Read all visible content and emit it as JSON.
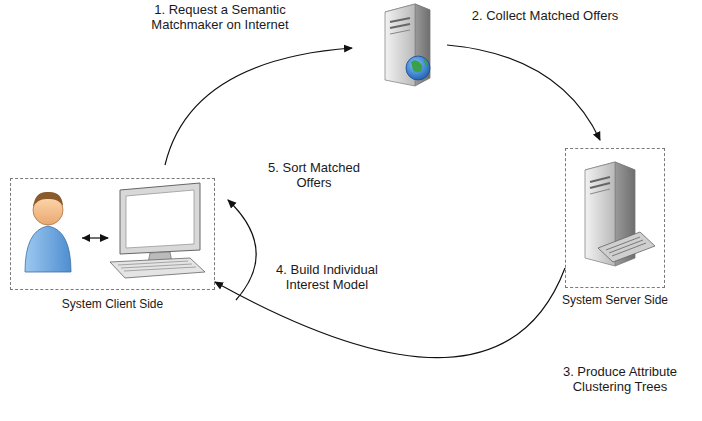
{
  "diagram": {
    "nodes": [
      {
        "text": [
          "System Client Side"
        ]
      },
      {
        "text": [
          "System Server Side"
        ]
      }
    ],
    "edges": [
      {
        "from": 1,
        "to": 0,
        "arrow": "to",
        "label": "3. Produce Attribute Clustering Trees"
      }
    ],
    "labels": [
      "1. Request a Semantic Matchmaker on Internet",
      "2. Collect Matched Offers",
      "5. Sort Matched Offers",
      "4. Build Individual Interest Model"
    ]
  }
}
